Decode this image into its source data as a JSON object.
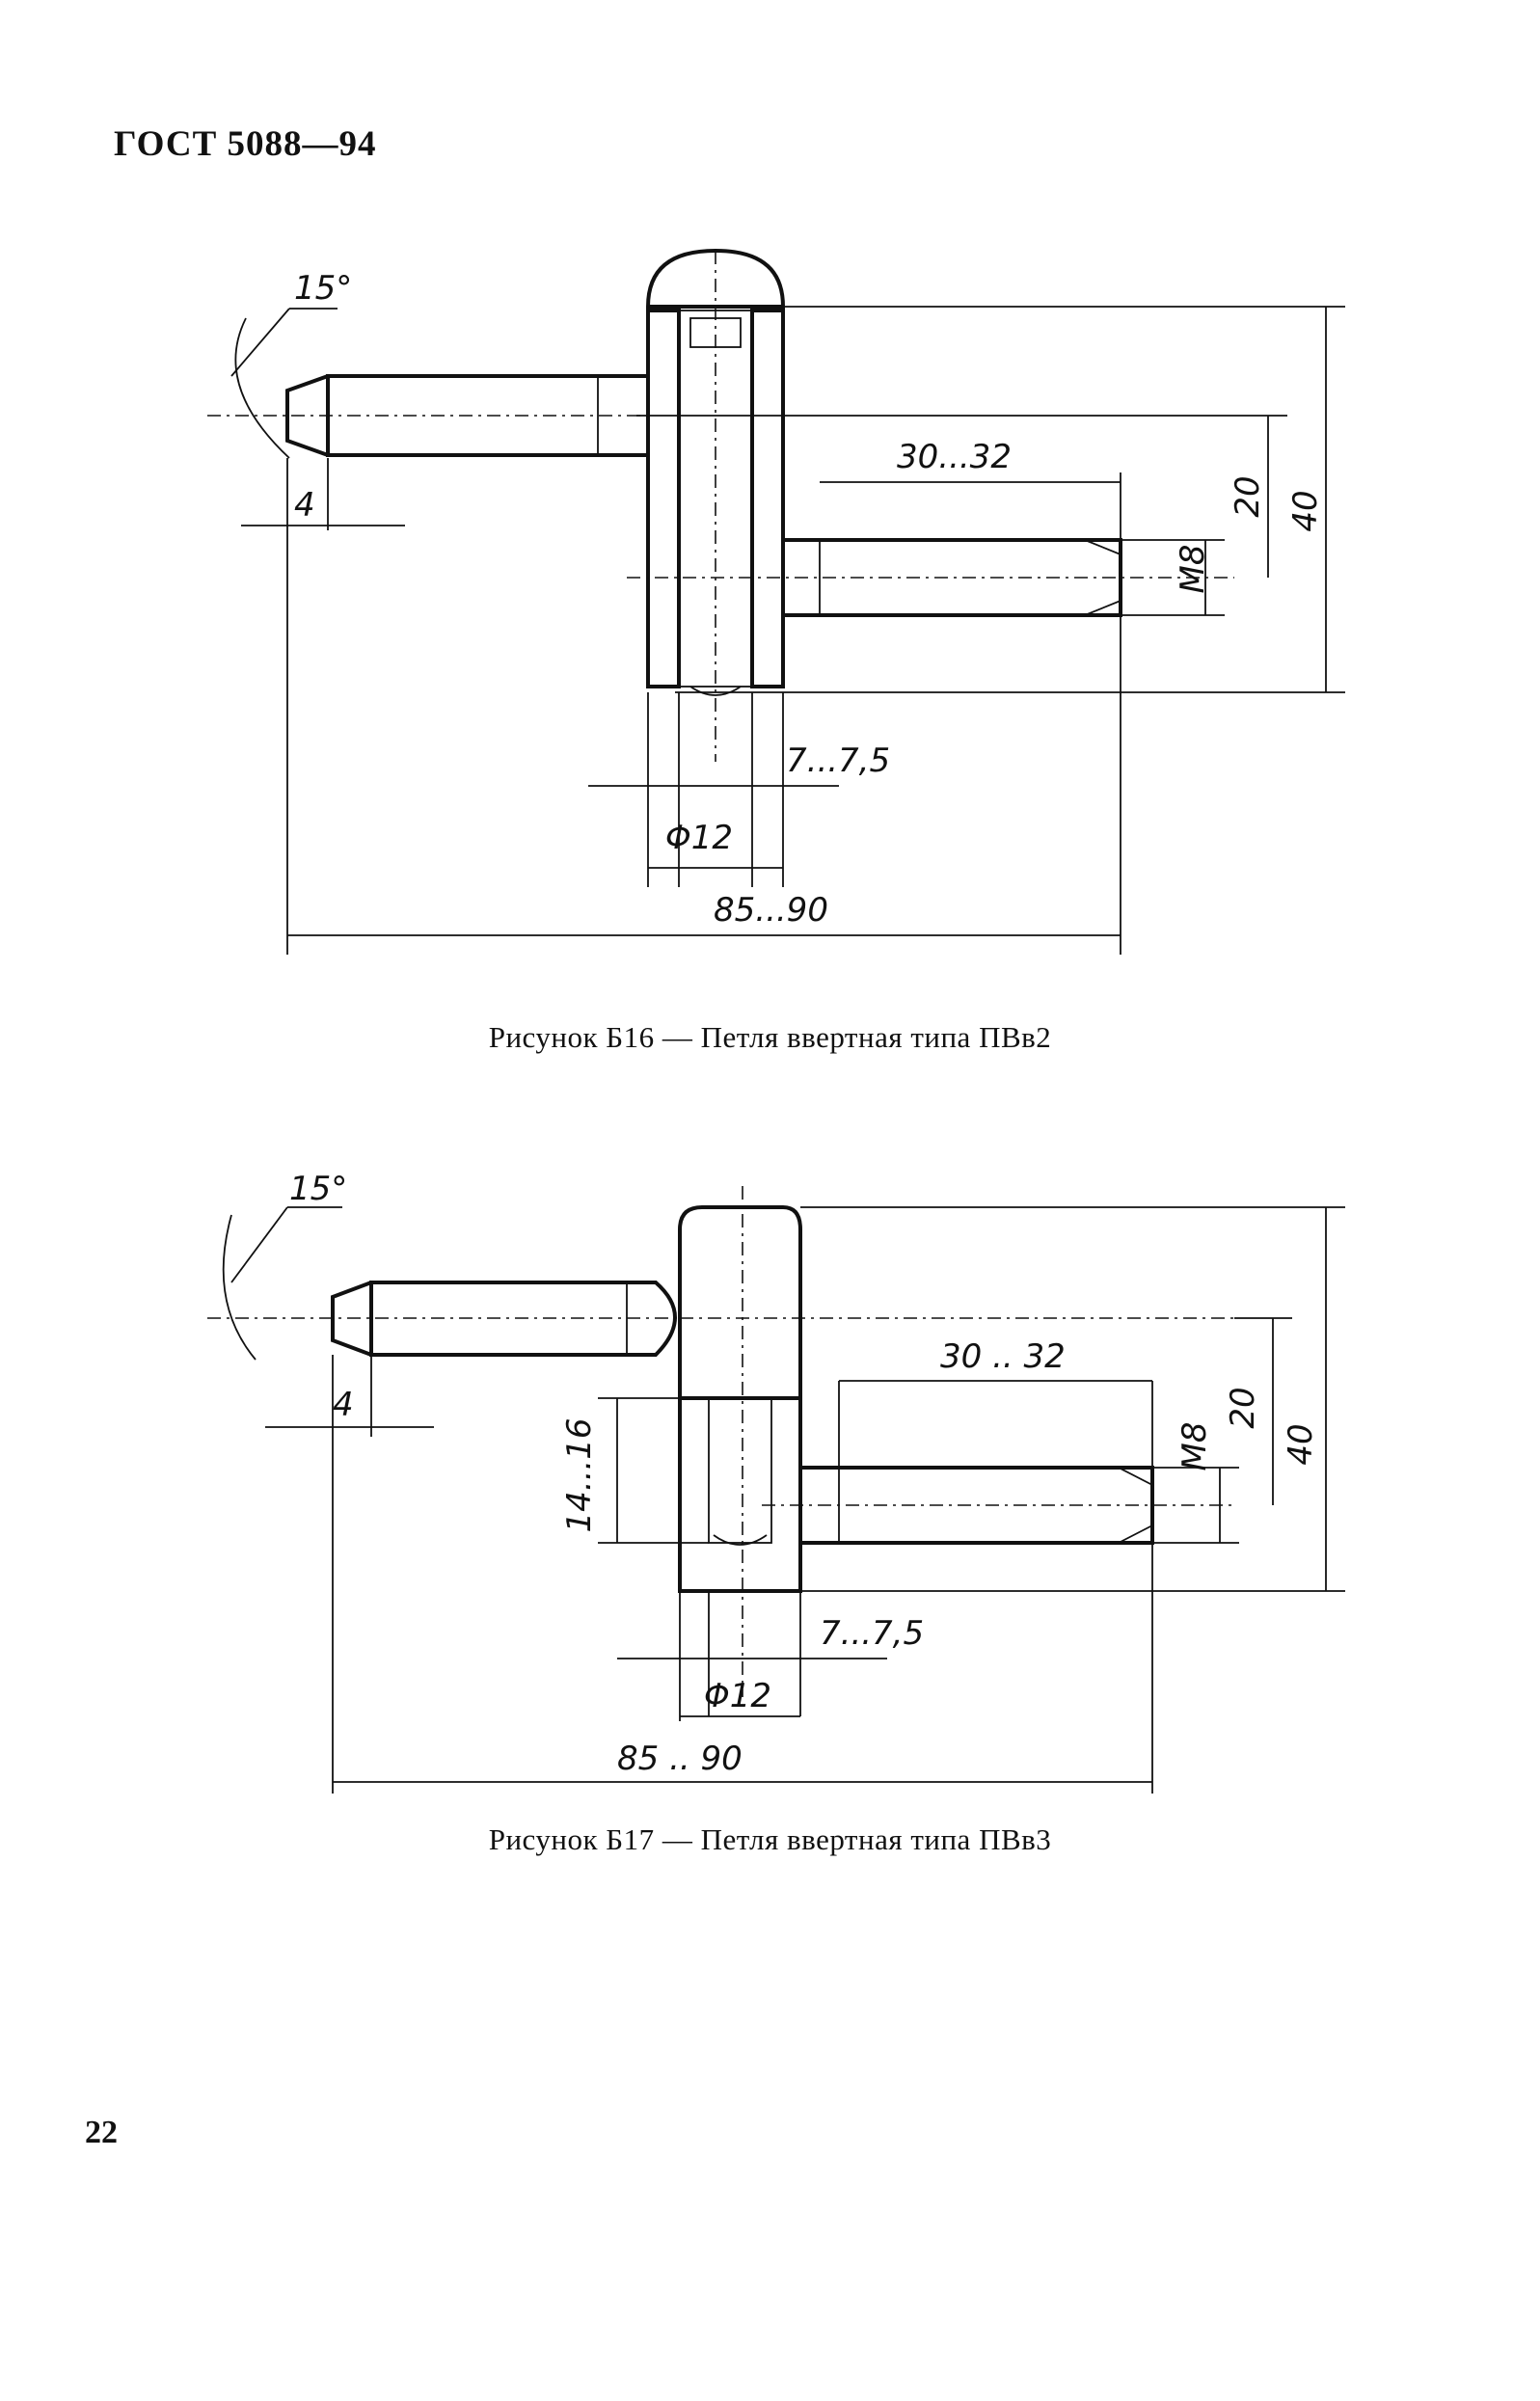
{
  "header": {
    "title": "ГОСТ 5088—94"
  },
  "figure_1": {
    "caption": "Рисунок Б16 — Петля ввертная типа ПВв2",
    "dims": {
      "angle": "15°",
      "chamfer": "4",
      "thread_length": "30...32",
      "thread": "M8",
      "offset": "20",
      "height": "40",
      "gap": "7...7,5",
      "diameter": "Φ12",
      "overall": "85...90"
    }
  },
  "figure_2": {
    "caption": "Рисунок Б17 — Петля ввертная типа ПВв3",
    "dims": {
      "angle": "15°",
      "chamfer": "4",
      "thread_length": "30 .. 32",
      "thread": "M8",
      "offset": "20",
      "height": "40",
      "hole_depth": "14...16",
      "gap": "7...7,5",
      "diameter": "Φ12",
      "overall": "85 .. 90"
    }
  },
  "footer": {
    "page_number": "22"
  }
}
